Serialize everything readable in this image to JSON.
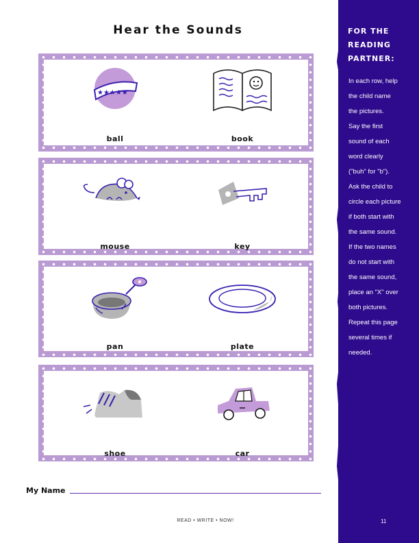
{
  "title": "Hear the Sounds",
  "rows": [
    {
      "left": {
        "label": "ball",
        "icon": "ball-icon"
      },
      "right": {
        "label": "book",
        "icon": "book-icon"
      }
    },
    {
      "left": {
        "label": "mouse",
        "icon": "mouse-icon"
      },
      "right": {
        "label": "key",
        "icon": "key-icon"
      }
    },
    {
      "left": {
        "label": "pan",
        "icon": "pan-icon"
      },
      "right": {
        "label": "plate",
        "icon": "plate-icon"
      }
    },
    {
      "left": {
        "label": "shoe",
        "icon": "shoe-icon"
      },
      "right": {
        "label": "car",
        "icon": "car-icon"
      }
    }
  ],
  "sidebar": {
    "heading": [
      "FOR THE",
      "READING",
      "PARTNER:"
    ],
    "lines": [
      " In each row, help",
      "the child name",
      "the pictures.",
      "Say the first",
      "sound of each",
      "word clearly",
      "(\"buh\" for \"b\").",
      "Ask the child to",
      "circle each picture",
      "if both start with",
      "the same sound.",
      "If the two names",
      "do not start with",
      "the same sound,",
      "place an \"X\" over",
      "both pictures.",
      "Repeat this page",
      "several times if",
      "needed."
    ]
  },
  "name_label": "My Name",
  "footer": "READ • WRITE • NOW!",
  "page_number": "11",
  "colors": {
    "accent_purple": "#b99ad2",
    "ink_purple": "#3a1fb0",
    "sidebar": "#2e0a8c",
    "gray": "#b5b5b5"
  }
}
